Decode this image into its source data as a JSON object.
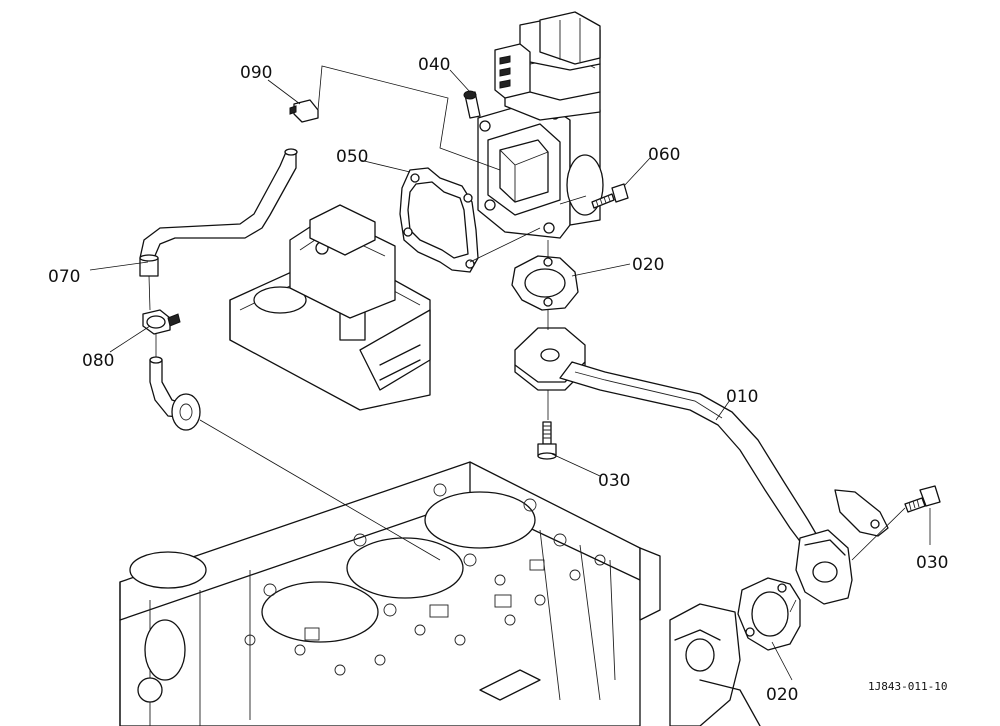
{
  "diagram": {
    "callouts": {
      "p010": "010",
      "p020_upper": "020",
      "p020_lower": "020",
      "p030_left": "030",
      "p030_right": "030",
      "p040": "040",
      "p050": "050",
      "p060": "060",
      "p070": "070",
      "p080": "080",
      "p090": "090"
    },
    "drawing_code": "1J843-011-10"
  }
}
